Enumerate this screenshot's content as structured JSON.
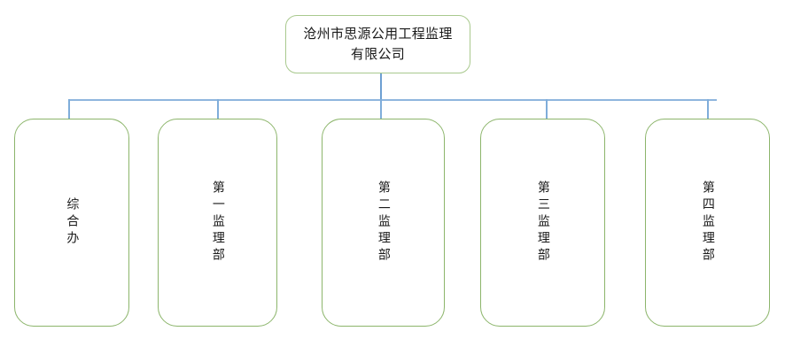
{
  "diagram": {
    "type": "organizational-chart",
    "orientation": "top-down",
    "colors": {
      "node_border": "#8cb56b",
      "root_border": "#a9c98e",
      "connector": "#79a8d6",
      "node_fill": "#ffffff",
      "text": "#1a1a1a",
      "background": "#ffffff"
    },
    "root": {
      "id": "root",
      "label": "沧州市思源公用工程监理有限公司",
      "line1": "沧州市思源公用工程监理",
      "line2": "有限公司"
    },
    "children": [
      {
        "id": "dept-general-office",
        "label": "综合办"
      },
      {
        "id": "dept-supervision-1",
        "label": "第一监理部"
      },
      {
        "id": "dept-supervision-2",
        "label": "第二监理部"
      },
      {
        "id": "dept-supervision-3",
        "label": "第三监理部"
      },
      {
        "id": "dept-supervision-4",
        "label": "第四监理部"
      }
    ],
    "connectors": {
      "bus_label": "horizontal-connector-bus",
      "root_stem_label": "root-stem-connector"
    }
  }
}
